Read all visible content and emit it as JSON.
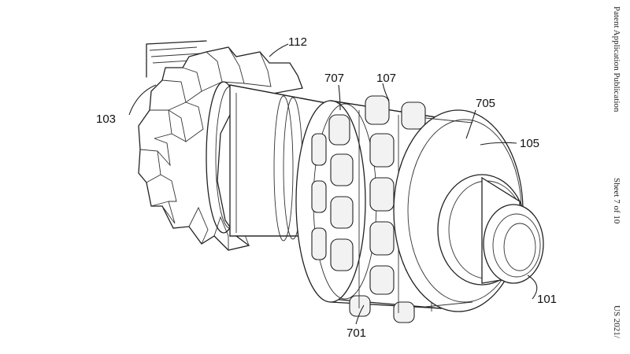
{
  "drawing": {
    "reference_numerals": {
      "r112": "112",
      "r707": "707",
      "r107": "107",
      "r705": "705",
      "r105": "105",
      "r103": "103",
      "r101": "101",
      "r701": "701"
    },
    "side_header": {
      "left_part": "Patent Application Publication",
      "middle_part": "Sheet 7 of 10",
      "right_part": "US 2021/"
    }
  }
}
